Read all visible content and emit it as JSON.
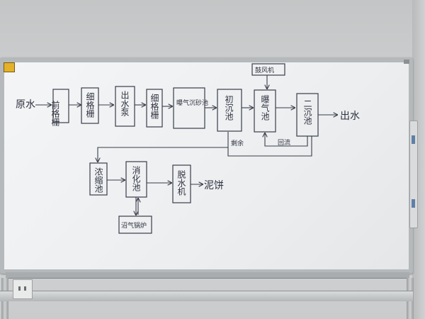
{
  "whiteboard": {
    "source_label": "原水",
    "nodes": {
      "coarse_screen": "前格栅",
      "fine_screen": "细格栅",
      "pump_well": "出水泵",
      "aeration_grit": "曝气沉砂池",
      "primary_clarifier": "初沉池",
      "aeration_tank": "曝气池",
      "secondary_clarifier": "二沉池",
      "blower": "鼓风机",
      "thickener": "浓缩池",
      "digester": "消化池",
      "dewatering": "脱水机",
      "boiler": "沼气锅炉"
    },
    "edge_labels": {
      "return_sludge": "回流",
      "excess_sludge": "剩余",
      "effluent": "出水",
      "sludge_cake": "泥饼"
    }
  },
  "colors": {
    "ink": "#3a3d4a",
    "board": "#eceef0",
    "frame": "#b6b9bb",
    "wall": "#c9cbcc"
  }
}
